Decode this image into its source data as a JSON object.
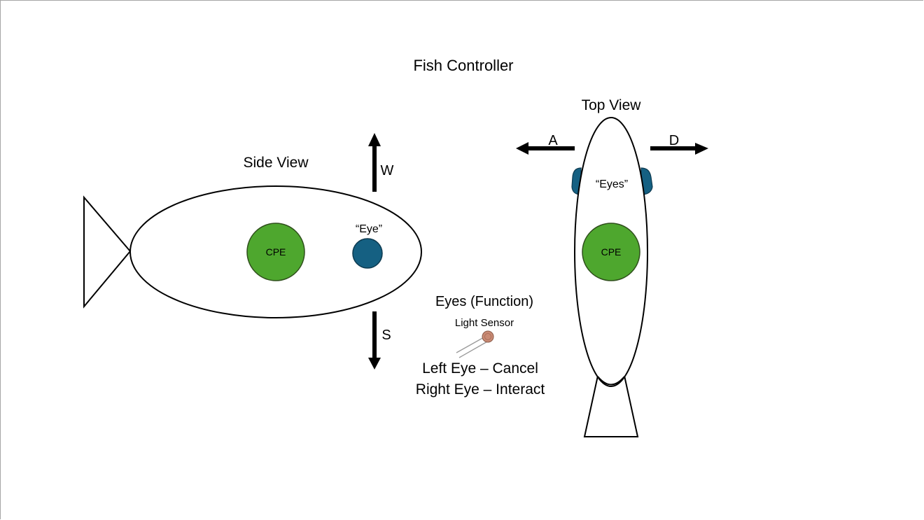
{
  "title": "Fish Controller",
  "side_view": {
    "label": "Side View",
    "cpe_label": "CPE",
    "eye_label": "“Eye”",
    "up_key": "W",
    "down_key": "S"
  },
  "top_view": {
    "label": "Top View",
    "eyes_label": "“Eyes”",
    "cpe_label": "CPE",
    "left_key": "A",
    "right_key": "D"
  },
  "eyes_function": {
    "heading": "Eyes (Function)",
    "sensor_label": "Light Sensor",
    "left_eye": "Left Eye – Cancel",
    "right_eye": "Right Eye – Interact"
  },
  "colors": {
    "cpe_fill": "#4ea72e",
    "eye_fill": "#156082",
    "stroke": "#000000",
    "sensor_fill": "#c98a74"
  }
}
